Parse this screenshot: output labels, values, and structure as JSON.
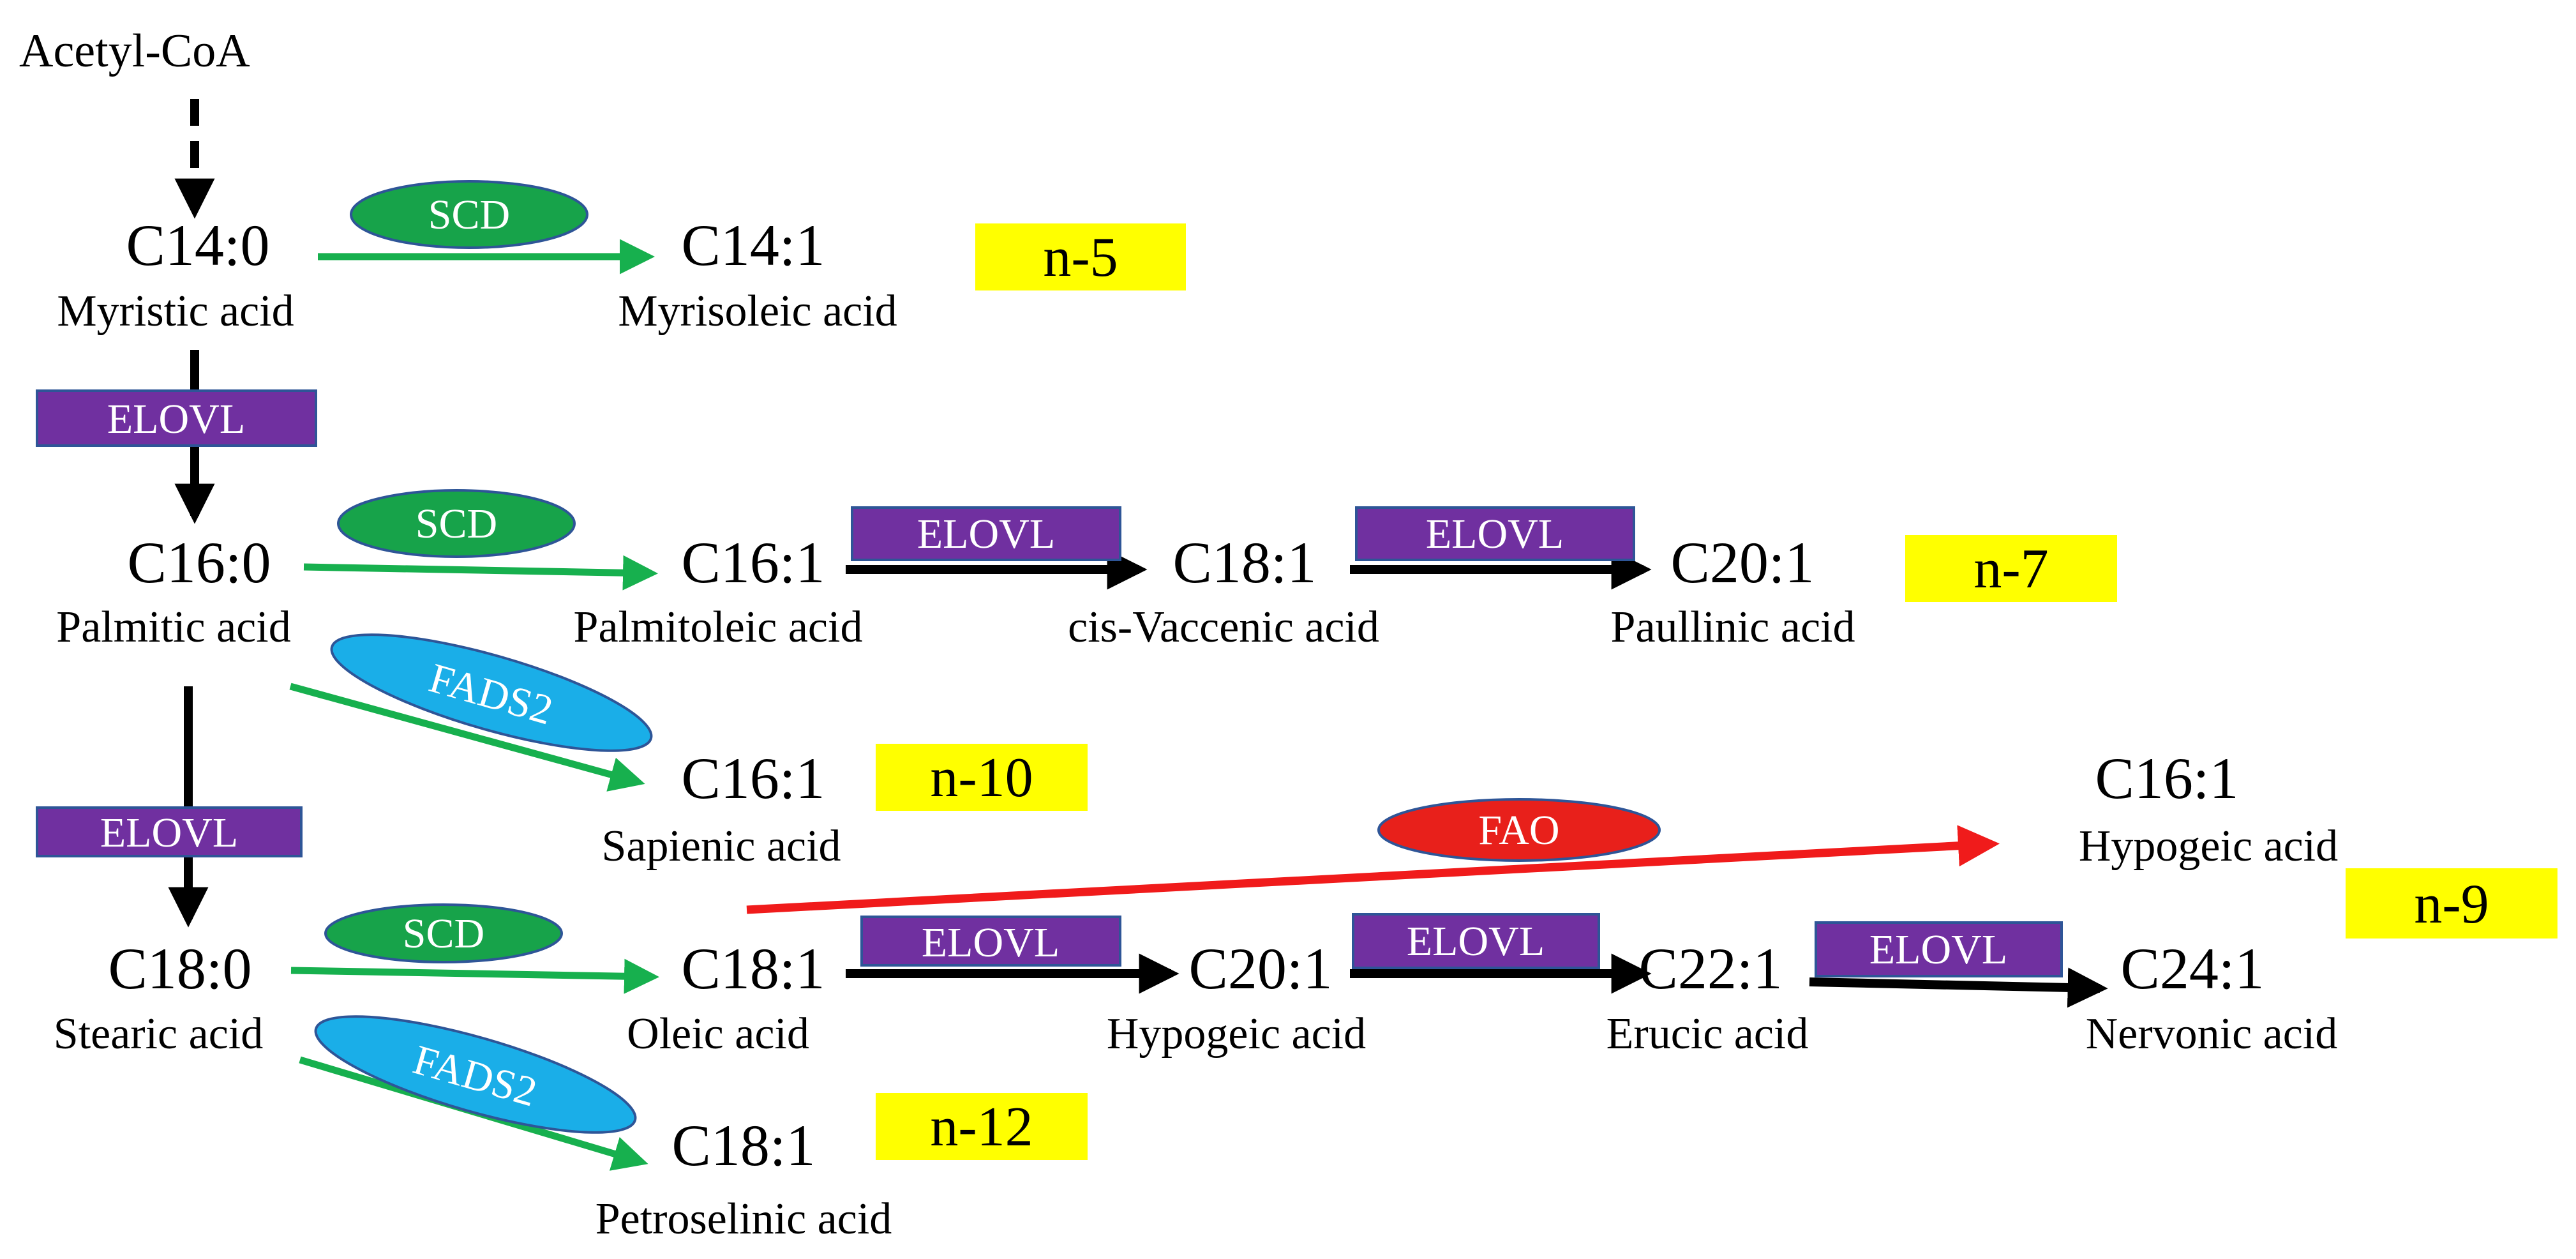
{
  "start": {
    "label": "Acetyl-CoA"
  },
  "acids": {
    "c14_0": {
      "formula": "C14:0",
      "name": "Myristic acid"
    },
    "c14_1": {
      "formula": "C14:1",
      "name": "Myrisoleic acid"
    },
    "c16_0": {
      "formula": "C16:0",
      "name": "Palmitic acid"
    },
    "c16_1_palmitoleic": {
      "formula": "C16:1",
      "name": "Palmitoleic acid"
    },
    "c18_1_vaccenic": {
      "formula": "C18:1",
      "name": "cis-Vaccenic acid"
    },
    "c20_1_paullinic": {
      "formula": "C20:1",
      "name": "Paullinic acid"
    },
    "c16_1_sapienic": {
      "formula": "C16:1",
      "name": "Sapienic acid"
    },
    "c16_1_hypogeic": {
      "formula": "C16:1",
      "name": "Hypogeic acid"
    },
    "c18_0": {
      "formula": "C18:0",
      "name": "Stearic acid"
    },
    "c18_1_oleic": {
      "formula": "C18:1",
      "name": "Oleic acid"
    },
    "c20_1_hypogeic": {
      "formula": "C20:1",
      "name": "Hypogeic acid"
    },
    "c22_1": {
      "formula": "C22:1",
      "name": "Erucic acid"
    },
    "c24_1": {
      "formula": "C24:1",
      "name": "Nervonic acid"
    },
    "c18_1_petroselinic": {
      "formula": "C18:1",
      "name": "Petroselinic acid"
    }
  },
  "enzymes": {
    "scd": "SCD",
    "elovl": "ELOVL",
    "fads2": "FADS2",
    "fao": "FAO"
  },
  "families": {
    "n5": "n-5",
    "n7": "n-7",
    "n10": "n-10",
    "n9": "n-9",
    "n12": "n-12"
  },
  "colors": {
    "scd": "#17a34a",
    "elovl": "#7030a0",
    "elovl_border": "#2e5597",
    "fads2": "#1aaee8",
    "fao": "#e8201b",
    "green_arrow": "#17b04e",
    "red_arrow": "#f01b1b",
    "family_tag": "#ffff00"
  }
}
